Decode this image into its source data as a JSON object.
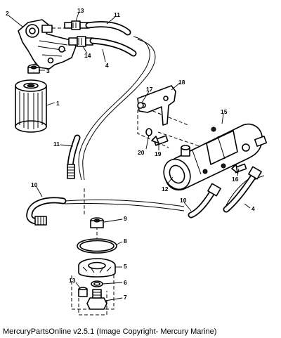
{
  "caption": "MercuryPartsOnline v2.5.1 (Image Copyright- Mercury Marine)",
  "callouts": {
    "c1": "1",
    "c2": "2",
    "c3": "3",
    "c4a": "4",
    "c4b": "4",
    "c5": "5",
    "c6": "6",
    "c7": "7",
    "c8": "8",
    "c9": "9",
    "c10a": "10",
    "c10b": "10",
    "c11a": "11",
    "c11b": "11",
    "c12": "12",
    "c13a": "13",
    "c13b": "13",
    "c14": "14",
    "c15": "15",
    "c16": "16",
    "c17": "17",
    "c18": "18",
    "c19": "19",
    "c20": "20"
  }
}
